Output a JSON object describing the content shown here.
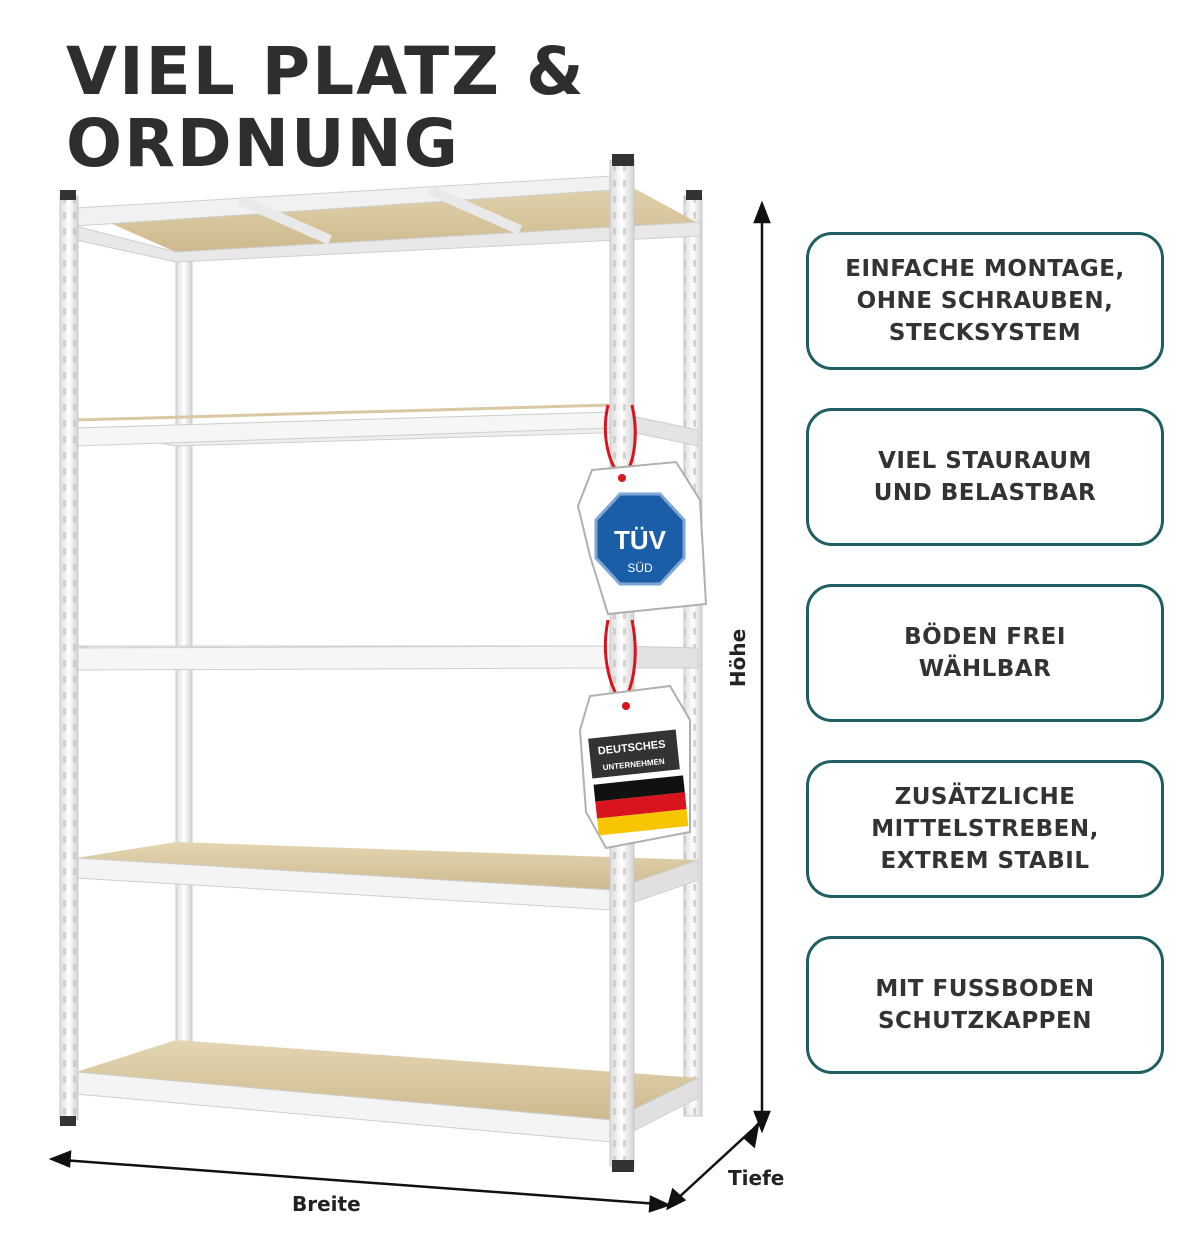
{
  "headline": {
    "line1": "VIEL PLATZ &",
    "line2": "ORDNUNG"
  },
  "features": [
    {
      "text": "EINFACHE MONTAGE,\nOHNE SCHRAUBEN,\nSTECKSYSTEM"
    },
    {
      "text": "VIEL STAURAUM\nUND  BELASTBAR"
    },
    {
      "text": "BÖDEN FREI\nWÄHLBAR"
    },
    {
      "text": "ZUSÄTZLICHE\nMITTELSTREBEN,\nEXTREM STABIL"
    },
    {
      "text": "MIT FUSSBODEN\nSCHUTZKAPPEN"
    }
  ],
  "dimensions": {
    "height": "Höhe",
    "width": "Breite",
    "depth": "Tiefe"
  },
  "tags": {
    "tuv_line1": "TÜV",
    "tuv_line2": "SÜD",
    "de_line1": "DEUTSCHES",
    "de_line2": "UNTERNEHMEN"
  },
  "colors": {
    "frame_accent": "#1f5e63",
    "board": "#d9c9a3",
    "steel": "#f4f4f4",
    "tuv_blue": "#1b5ea8",
    "flag_black": "#111111",
    "flag_red": "#d8141e",
    "flag_gold": "#f7c600"
  },
  "icons": [
    "tuv-badge",
    "german-flag",
    "hang-tag"
  ]
}
